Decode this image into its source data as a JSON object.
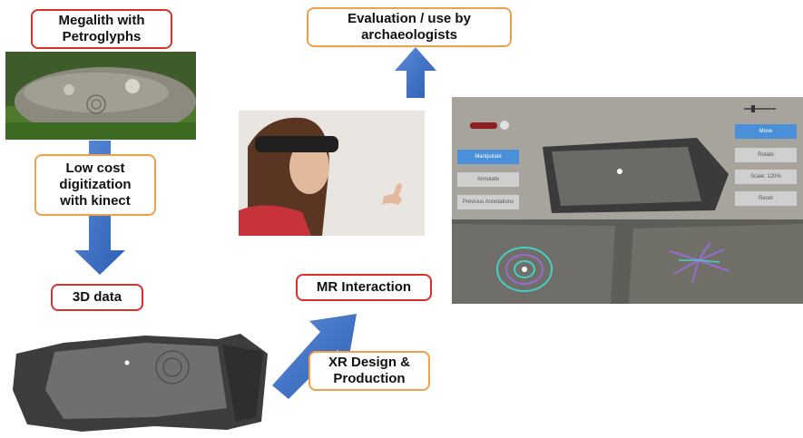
{
  "diagram": {
    "megalith_label": "Megalith with\nPetroglyphs",
    "digitization_label": "Low cost\ndigitization\nwith kinect",
    "data_label": "3D data",
    "xr_label": "XR Design &\nProduction",
    "mr_label": "MR Interaction",
    "evaluation_label": "Evaluation / use by\narchaeologists",
    "colors": {
      "red_border": "#d9302c",
      "orange_border": "#f0a04b",
      "arrow": "#3a6fc4"
    }
  },
  "mr_ui": {
    "left_buttons": [
      "Manipulate",
      "Annotate",
      "Previous Annotations"
    ],
    "right_buttons": [
      "Move",
      "Rotate",
      "Scale: 120%",
      "Reset"
    ]
  }
}
